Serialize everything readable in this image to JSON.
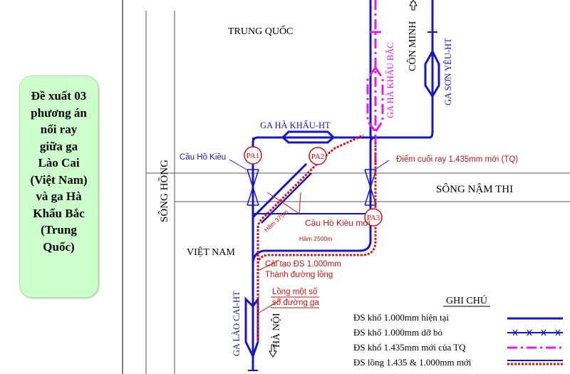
{
  "side_panel": {
    "lines": [
      "Đề xuất 03",
      "phương án",
      "nối ray",
      "giữa ga",
      "Lào Cai",
      "(Việt Nam)",
      "và ga Hà",
      "Khẩu Bắc",
      "(Trung",
      "Quốc)"
    ]
  },
  "map": {
    "country_north": "TRUNG QUỐC",
    "country_south": "VIỆT NAM",
    "river_hong": "SÔNG HỒNG",
    "river_nam_thi": "SÔNG NẬM THI",
    "station_ha_khau_ht": "GA HÀ KHẨU-HT",
    "station_ha_khau_bac": "GA HÀ KHẨU BẮC",
    "station_son_yeu_ht": "GA SƠN YÊU-HT",
    "station_lao_cai_ht": "GA LÀO CAI-HT",
    "direction_con_minh": "CÔN MINH",
    "direction_ha_noi": "HÀ NỘI",
    "bridge_ho_kieu": "Cầu Hồ Kiều",
    "bridge_ho_kieu_new": "Cầu Hồ Kiều mới",
    "end_point_note": "Điểm cuối ray 1.435mm mới (TQ)",
    "tunnel_375": "Hầm 375m",
    "tunnel_2500": "Hầm 2500m",
    "upgrade_note_line1": "Cải tạo ĐS 1.000mm",
    "upgrade_note_line2": "Thành đường lồng",
    "mixed_note_line1": "Lồng một số",
    "mixed_note_line2": "số đường ga",
    "pa1": "PA1",
    "pa2": "PA2",
    "pa3": "PA3"
  },
  "legend": {
    "title": "GHI CHÚ",
    "items": [
      {
        "label": "ĐS khổ 1.000mm hiện tại",
        "style": "solid-blue"
      },
      {
        "label": "ĐS khổ 1.000mm dỡ bỏ",
        "style": "blue-crossed"
      },
      {
        "label": "ĐS khổ 1.435mm mới của TQ",
        "style": "magenta-dashdot"
      },
      {
        "label": "ĐS lồng 1.435 & 1.000mm mới",
        "style": "red-dotted"
      }
    ]
  },
  "colors": {
    "blue": "#1616c8",
    "magenta": "#e81ce8",
    "red": "#dd1010",
    "red_text": "#c81414",
    "panel": "#ccffcc"
  }
}
